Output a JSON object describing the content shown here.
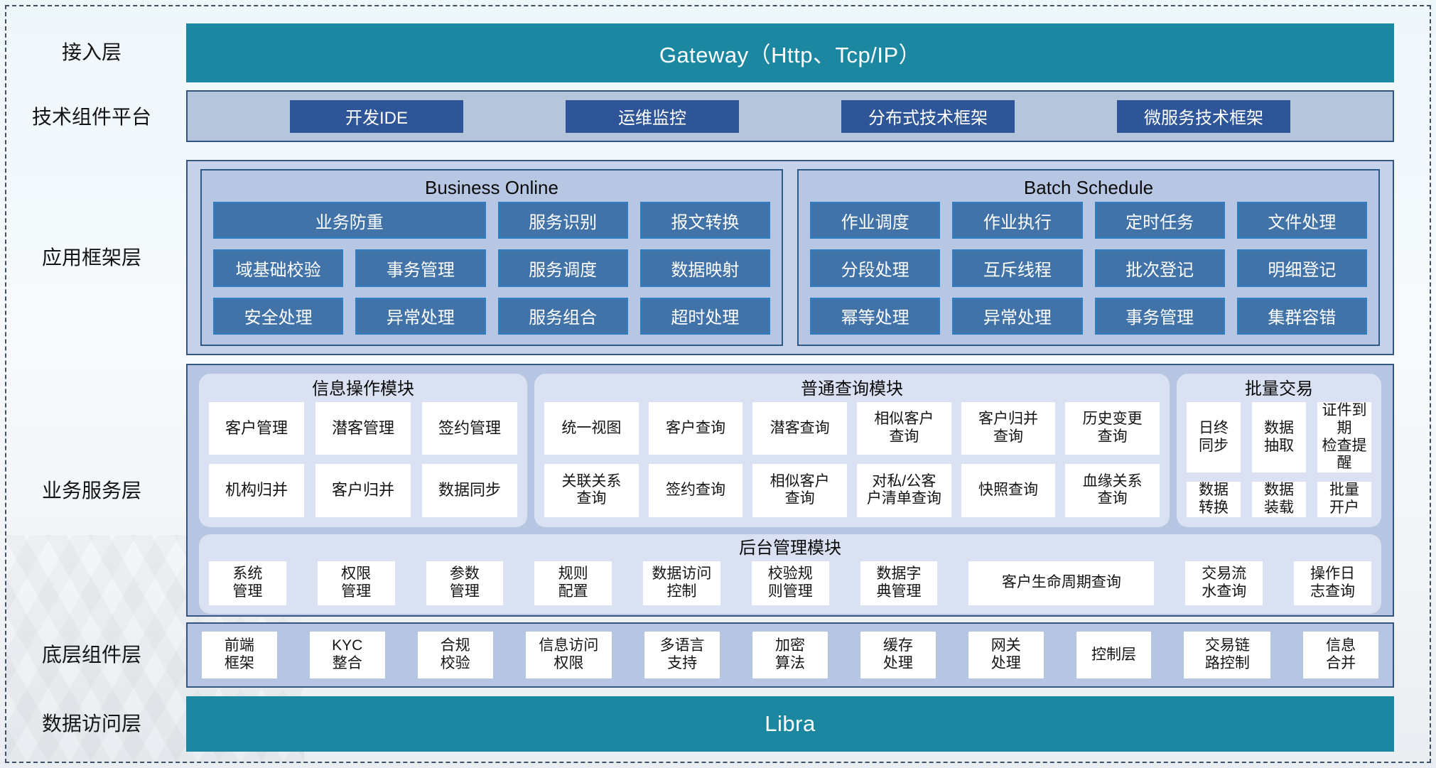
{
  "layers": {
    "access": {
      "label": "接入层",
      "gateway": "Gateway（Http、Tcp/IP）"
    },
    "tech": {
      "label": "技术组件平台",
      "items": [
        "开发IDE",
        "运维监控",
        "分布式技术框架",
        "微服务技术框架"
      ]
    },
    "app": {
      "label": "应用框架层",
      "business_online": {
        "title": "Business Online",
        "items": [
          "业务防重",
          "服务识别",
          "报文转换",
          "域基础校验",
          "事务管理",
          "服务调度",
          "数据映射",
          "安全处理",
          "异常处理",
          "服务组合",
          "超时处理"
        ]
      },
      "batch_schedule": {
        "title": "Batch Schedule",
        "items": [
          "作业调度",
          "作业执行",
          "定时任务",
          "文件处理",
          "分段处理",
          "互斥线程",
          "批次登记",
          "明细登记",
          "幂等处理",
          "异常处理",
          "事务管理",
          "集群容错"
        ]
      }
    },
    "service": {
      "label": "业务服务层",
      "info_module": {
        "title": "信息操作模块",
        "items": [
          "客户管理",
          "潜客管理",
          "签约管理",
          "机构归并",
          "客户归并",
          "数据同步"
        ]
      },
      "query_module": {
        "title": "普通查询模块",
        "items": [
          "统一视图",
          "客户查询",
          "潜客查询",
          "相似客户\n查询",
          "客户归并\n查询",
          "历史变更\n查询",
          "关联关系\n查询",
          "签约查询",
          "相似客户\n查询",
          "对私/公客\n户清单查询",
          "快照查询",
          "血缘关系\n查询"
        ]
      },
      "batch_trade": {
        "title": "批量交易",
        "items": [
          "日终\n同步",
          "数据\n抽取",
          "证件到期\n检查提醒",
          "数据\n转换",
          "数据\n装载",
          "批量\n开户"
        ]
      },
      "admin_module": {
        "title": "后台管理模块",
        "items": [
          "系统\n管理",
          "权限\n管理",
          "参数\n管理",
          "规则\n配置",
          "数据访问\n控制",
          "校验规\n则管理",
          "数据字\n典管理",
          "客户生命周期查询",
          "交易流\n水查询",
          "操作日\n志查询"
        ]
      }
    },
    "base": {
      "label": "底层组件层",
      "items": [
        "前端\n框架",
        "KYC\n整合",
        "合规\n校验",
        "信息访问\n权限",
        "多语言\n支持",
        "加密\n算法",
        "缓存\n处理",
        "网关\n处理",
        "控制层",
        "交易链\n路控制",
        "信息\n合并"
      ]
    },
    "data_access": {
      "label": "数据访问层",
      "libra": "Libra"
    }
  },
  "colors": {
    "teal": "#1b87a0",
    "navy": "#2e5597",
    "steel_blue": "#4173a9",
    "steel_border": "#2d7fc1",
    "panel_fill": "#b7c7e3",
    "panel_border": "#33567e",
    "light_panel_fill": "#c6d2e9",
    "module_fill": "#d9e1f2",
    "node_fill": "#ffffff",
    "text_dark": "#141414",
    "text_light": "#ffffff"
  }
}
